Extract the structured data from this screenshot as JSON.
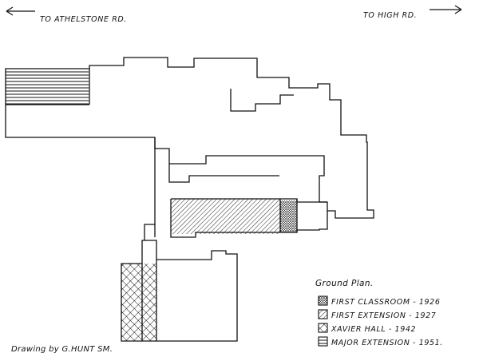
{
  "directions": {
    "left": "TO ATHELSTONE RD.",
    "right": "TO HIGH RD."
  },
  "legend": {
    "title": "Ground Plan.",
    "items": [
      {
        "label": "FIRST CLASSROOM - 1926",
        "pattern": "dots"
      },
      {
        "label": "FIRST EXTENSION - 1927",
        "pattern": "diagonal"
      },
      {
        "label": "XAVIER HALL - 1942",
        "pattern": "crosshatch"
      },
      {
        "label": "MAJOR EXTENSION - 1951.",
        "pattern": "horizontal"
      }
    ]
  },
  "credit": "Drawing by G.HUNT SM.",
  "colors": {
    "ink": "#111111",
    "paper": "#ffffff"
  }
}
